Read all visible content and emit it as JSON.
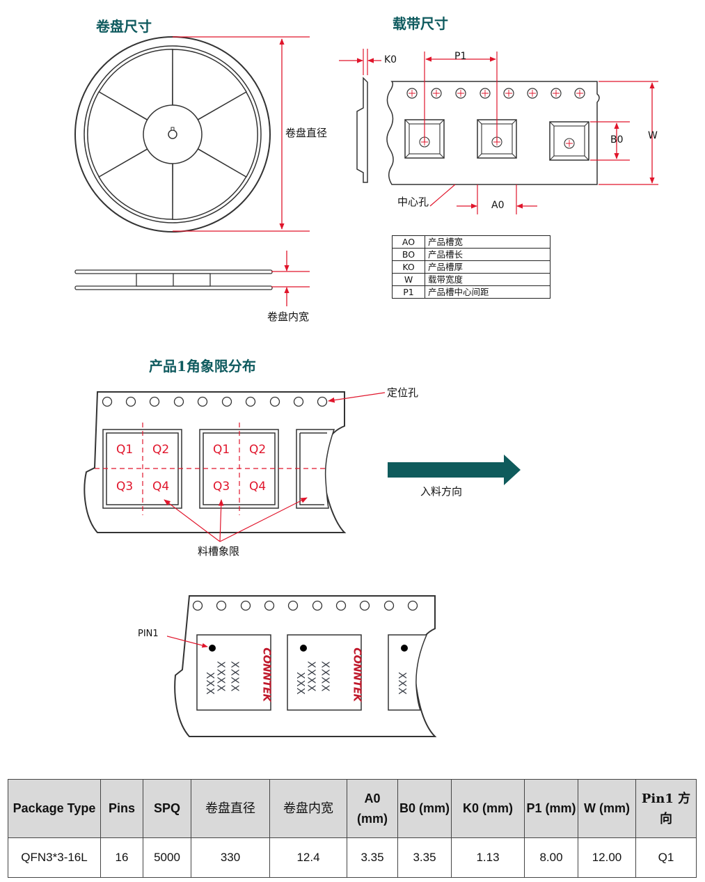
{
  "sections": {
    "reel_title": "卷盘尺寸",
    "tape_title": "载带尺寸",
    "quadrant_title": "产品1角象限分布"
  },
  "reel": {
    "diameter_label": "卷盘直径",
    "inner_width_label": "卷盘内宽"
  },
  "tape": {
    "k0": "K0",
    "p1": "P1",
    "b0": "B0",
    "w": "W",
    "a0": "A0",
    "center_hole_label": "中心孔"
  },
  "legend": [
    {
      "code": "AO",
      "desc": "产品槽宽"
    },
    {
      "code": "BO",
      "desc": "产品槽长"
    },
    {
      "code": "KO",
      "desc": "产品槽厚"
    },
    {
      "code": "W",
      "desc": "载带宽度"
    },
    {
      "code": "P1",
      "desc": "产品槽中心间距"
    }
  ],
  "quadrant": {
    "locating_hole_label": "定位孔",
    "feed_direction_label": "入料方向",
    "pocket_quadrant_label": "料槽象限",
    "quadrants": [
      "Q1",
      "Q2",
      "Q3",
      "Q4"
    ]
  },
  "pin1": {
    "label": "PIN1",
    "brand": "CONNTEK",
    "marking_line1": "XXXX",
    "marking_line2": "XXXX",
    "marking_line3": "XXX"
  },
  "colors": {
    "title": "#0e5a5e",
    "dimension_red": "#e0152b",
    "arrow_teal": "#0f5b5c",
    "brand_red": "#c0182b",
    "brand_dark": "#3a3f48"
  },
  "spec_table": {
    "headers": {
      "package_type": "Package Type",
      "pins": "Pins",
      "spq": "SPQ",
      "reel_diameter": "卷盘直径",
      "reel_inner_width": "卷盘内宽",
      "a0": "A0 (mm)",
      "b0": "B0 (mm)",
      "k0": "K0 (mm)",
      "p1": "P1 (mm)",
      "w": "W (mm)",
      "pin1_direction": "Pin1 方向"
    },
    "row": {
      "package_type": "QFN3*3-16L",
      "pins": "16",
      "spq": "5000",
      "reel_diameter": "330",
      "reel_inner_width": "12.4",
      "a0": "3.35",
      "b0": "3.35",
      "k0": "1.13",
      "p1": "8.00",
      "w": "12.00",
      "pin1_direction": "Q1"
    }
  }
}
